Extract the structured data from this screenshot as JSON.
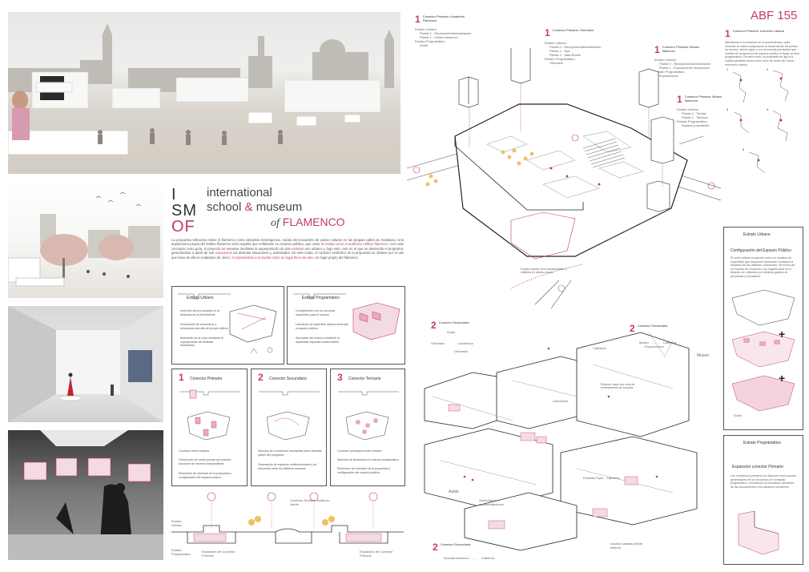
{
  "code": "ABF 155",
  "logo": {
    "l1": "I",
    "l2": "SM",
    "l3": "OF"
  },
  "title": {
    "line1": "international",
    "line2a": "school",
    "amp": "&",
    "line2b": "museum",
    "of": "of",
    "flamenco": "FLAMENCO"
  },
  "intro": {
    "p1": "La propuesta reflexiona sobre el flamenco como disciplina heterogenea, nacida del encuentro de varias culturas en las propias calles de Andalucia. Una arquitectura propia del ámbito flamenco sería aquella que enfatizase su caracter público, que viese",
    "p1pink": "la ciudad como el auténtico edificio flamenco.",
    "p2": "Con este concepto como guía, el proyecto se resuelve mediante la superposición de dos",
    "p2pink": "estratos",
    "p2b": "uno urbano y, bajo este, otro en el que se desarrolla el programa; generandose a partir de sus",
    "p2pink2": "conexiones",
    "p2c": "las distintas situaciones y actividades. De este modo, el carácter simbólico de la propuesta se obtiene por el uso que hace de ella el ciudadano de Jerez,",
    "p2pink3": "incorporándola a la ciudad como un lugar lleno de vida.",
    "p2d": "Un lugar propio del flamenco."
  },
  "estrato_urbano": {
    "title": "Estrato Urbano",
    "items": [
      "Inserción de la propuesta en la dinámica de la preexistente",
      "Generación de encuentros y relaciones más allá del propio edificio",
      "Activación de la zona mediante la superposición de distintas situaciones"
    ]
  },
  "estrato_programatico": {
    "title": "Estrato Programático",
    "items": [
      "Cumplimiento con los servicios requeridos para el usuario",
      "Liberación de superficie urbana dedicada a espacio público",
      "Activación del entorno mediante la duplicidad espacial ciudad-edificio"
    ]
  },
  "conectores": [
    {
      "num": "1",
      "title": "Conector Primario",
      "items": [
        "Conexión entre estratos",
        "Generación de varias piezas que pueden funcionar de manera independiente",
        "Elementos de inserción de la propuesta y configuración del espacio público"
      ]
    },
    {
      "num": "2",
      "title": "Conector Secundario",
      "items": [
        "Solución de conexiones necesarias entre distintas partes del programa",
        "Generación de espacios multifuncionales y de encuentro entre los distintos usuarios"
      ]
    },
    {
      "num": "3",
      "title": "Conector Terciario",
      "items": [
        "Conexión perceptiva entre estratos",
        "Solución de iluminación en estrato programático",
        "Elementos de inserción de la propuesta y configuración del espacio público"
      ]
    }
  ],
  "section_labels": {
    "urbano": "Estrato Urbano",
    "programatico": "Estrato Programático",
    "conector1": "Expansión de Conector Primario",
    "terciario": "Conector Terciario Auditorio - Jardín",
    "expansion2": "Expansión de Conector Primario"
  },
  "top_conectores": [
    {
      "num": "1",
      "title": "Conector Primario: Academia Flamenco",
      "list": [
        "Estrato Urbano",
        "Planta 0 - Recepción/Administración",
        "Planta 1 - Clases flamenco",
        "Estrato Programático",
        "Aulas"
      ]
    },
    {
      "num": "1",
      "title": "Conector Primario: Gimnasio",
      "list": [
        "Estrato Urbano",
        "Planta 0 - Recepción/Administración",
        "Planta 1 - Spa",
        "Planta 2 - Sala fitness",
        "Estrato Programático",
        "Gimnasio"
      ]
    },
    {
      "num": "1",
      "title": "Conector Primario: Museo flamenco",
      "list": [
        "Estrato Urbano",
        "Planta 0 - Recepción/Administración",
        "Planta 1 - Exposiciones temporales",
        "Estrato Programático",
        "Exposiciones"
      ]
    },
    {
      "num": "1",
      "title": "Conector Primario: Museo flamenco",
      "list": [
        "Estrato Urbano",
        "Planta 0 - Tienda",
        "Planta 1 - Taberna",
        "Estrato Programático",
        "Espacio polivalente"
      ]
    }
  ],
  "insercion": {
    "num": "1",
    "title": "Conector Primario: Inserción urbana",
    "text": "Atendiendo a la dinámica de la preexistencia, cada conector se sitúa configurando la visual desde los puntos de acceso, dando lugar a una secuencia perceptiva que culmina en la apertura del espacio público al llegar al nivel programático. De este modo, la propuesta se liga a la ciudad percibida ahora como telón de fondo del nuevo escenario urbano."
  },
  "right_panel1": {
    "title": "Estrato Urbano",
    "subtitle": "Configuración del Espacio Público",
    "text": "El suelo urbano se genera como un mosaico de superficies que adquieren dimensión mediante la situación de las distintas conexiones. Se forma así un espacio de encuentro con lugares para ver y dejarse ver, definidos por distintos grados de privacidad y circulación.",
    "suelo": "Suelo",
    "plus": "+"
  },
  "right_panel2": {
    "title": "Estrato Programático",
    "subtitle": "Expansión conector Primario",
    "text": "Los conectores primarios se disponen como puntos generadores de los recorridos en el estrato programático, resolviendo la circulación alrededor de las circulaciones y los espacios servidores."
  },
  "secundario": [
    {
      "num": "2",
      "title": "Conector Secundario:",
      "a": "Aulas",
      "b": "Gimnasio",
      "c": "Camerinos"
    },
    {
      "num": "2",
      "title": "Conector Secundario:",
      "a": "Museo",
      "b": "Cafetería"
    },
    {
      "num": "2",
      "title": "Conector Secundario:",
      "a": "Escuela flamenco",
      "b": "Cafetería"
    }
  ],
  "plan_labels": [
    "Aulas",
    "Camerinos",
    "Museo",
    "Suelo",
    "Exposiciones",
    "Gimnasio",
    "Cafetería",
    "Acceso cabalas desde exterior",
    "Entrada-Foyer - Cafetería",
    "Observación representaciones",
    "Relación visual con zona de entrenamiento de usuarios",
    "Posible relación de la administración y cafetería en estrato urbano"
  ],
  "colors": {
    "accent": "#c23b6a",
    "ink": "#333333",
    "tree": "#f0c060"
  }
}
